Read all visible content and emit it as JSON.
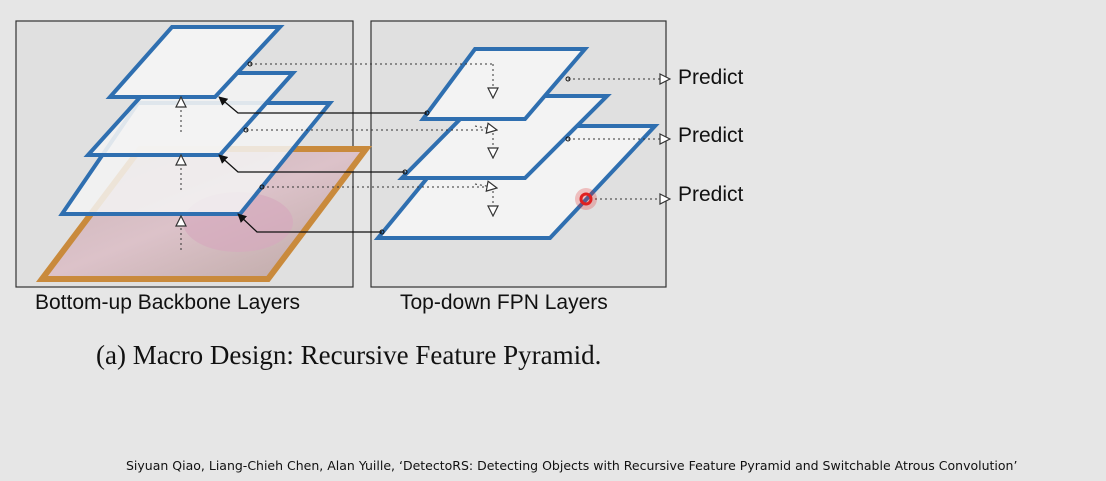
{
  "panels": {
    "left_label": "Bottom-up Backbone Layers",
    "right_label": "Top-down FPN Layers"
  },
  "predict_labels": [
    "Predict",
    "Predict",
    "Predict"
  ],
  "caption": "(a) Macro Design: Recursive Feature Pyramid.",
  "citation": "Siyuan Qiao, Liang-Chieh Chen, Alan Yuille, ‘DetectoRS: Detecting Objects with Recursive Feature Pyramid and Switchable Atrous Convolution’",
  "colors": {
    "background": "#e6e6e6",
    "panel_fill": "#e0e0e0",
    "layer_stroke": "#2f6fb0",
    "image_frame": "#c98a3c",
    "pointer": "#e02020"
  }
}
